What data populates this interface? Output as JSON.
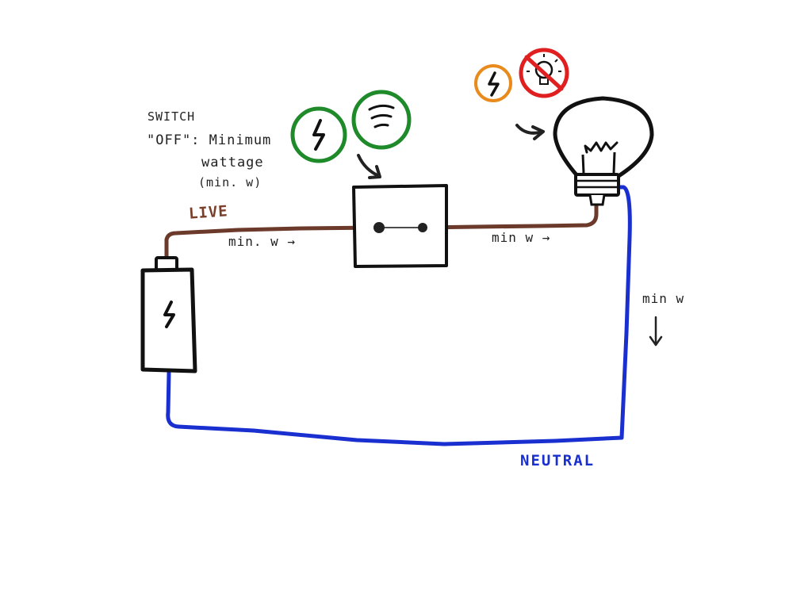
{
  "annotation": {
    "line1": "SWITCH",
    "line2": "\"OFF\": Minimum",
    "line3": "wattage",
    "line4": "(min. w)"
  },
  "wires": {
    "live_label": "LIVE",
    "neutral_label": "NEUTRAL"
  },
  "flow_labels": {
    "before_switch": "min. w →",
    "after_switch": "min w →",
    "return_path": "min w"
  },
  "colors": {
    "live_wire": "#6b3a2a",
    "neutral_wire": "#1a2fd0",
    "good_status": "#1e8a2a",
    "warning_status": "#e88a1c",
    "bad_status": "#e02020",
    "ink": "#111111"
  },
  "icons": {
    "battery": "battery-icon",
    "switch": "switch-box",
    "bulb": "light-bulb-icon",
    "power_ok": "lightning-icon",
    "wifi_ok": "wifi-icon",
    "power_low": "lightning-icon",
    "bulb_off": "no-light-icon"
  }
}
